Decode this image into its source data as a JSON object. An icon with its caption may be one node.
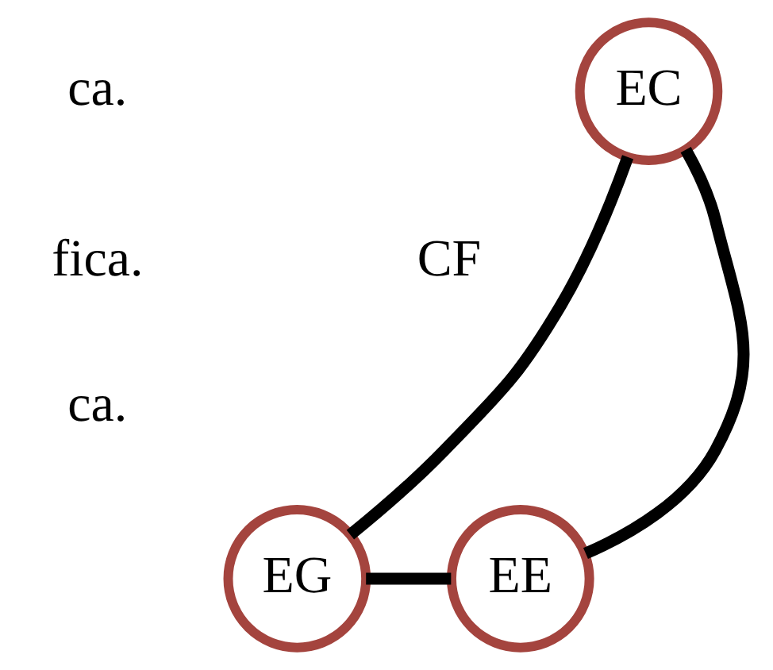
{
  "diagram": {
    "nodes": [
      {
        "text": [
          "EC"
        ]
      },
      {
        "text": [
          "EG"
        ]
      },
      {
        "text": [
          "EE"
        ]
      }
    ],
    "edges": [
      {
        "from": 0,
        "to": 1,
        "arrow": "none"
      },
      {
        "from": 1,
        "to": 2,
        "arrow": "none"
      },
      {
        "from": 2,
        "to": 0,
        "arrow": "none"
      }
    ],
    "labels": [
      "ca.",
      "fica.",
      "ca.",
      "CF"
    ]
  }
}
